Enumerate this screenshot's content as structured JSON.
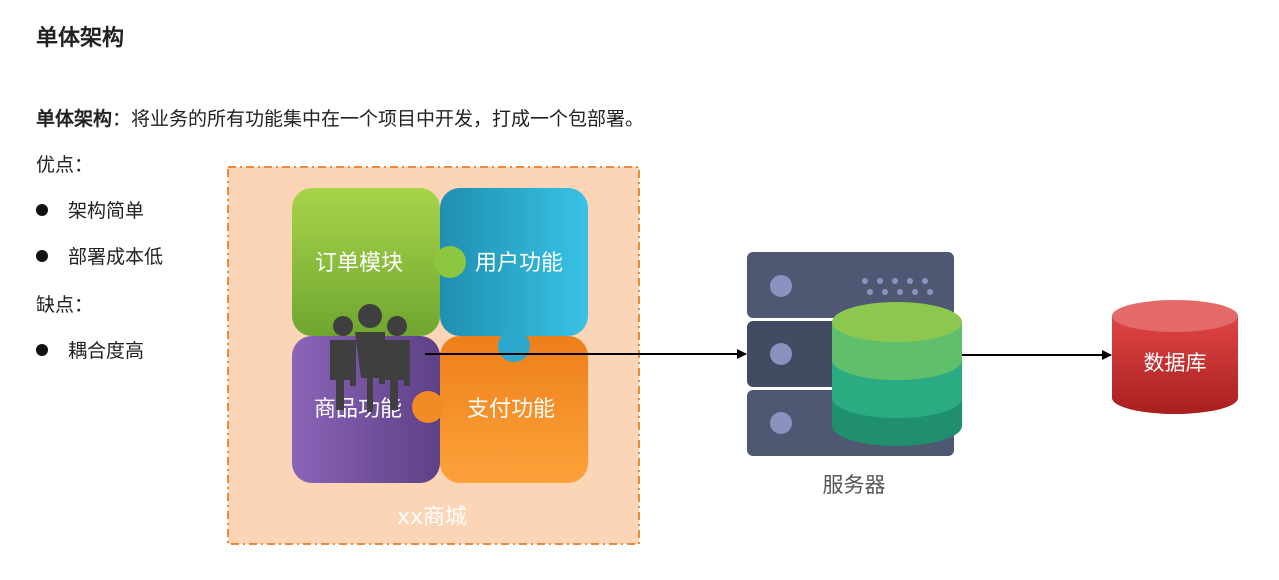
{
  "heading": "单体架构",
  "intro": {
    "term": "单体架构",
    "text": "：将业务的所有功能集中在一个项目中开发，打成一个包部署。"
  },
  "pros": {
    "title": "优点：",
    "items": [
      "架构简单",
      "部署成本低"
    ]
  },
  "cons": {
    "title": "缺点：",
    "items": [
      "耦合度高"
    ]
  },
  "diagram": {
    "container_label": "xx商城",
    "modules": [
      "订单模块",
      "用户功能",
      "商品功能",
      "支付功能"
    ],
    "server_label": "服务器",
    "db_label": "数据库"
  },
  "colors": {
    "container_bg": "#fbd5b5",
    "container_border": "#e98a3c",
    "order": "#8dc63f",
    "user": "#29b6d9",
    "product": "#7b5aa6",
    "payment": "#f7941d",
    "server": "#4f5873",
    "db": "#cc2b2b"
  }
}
